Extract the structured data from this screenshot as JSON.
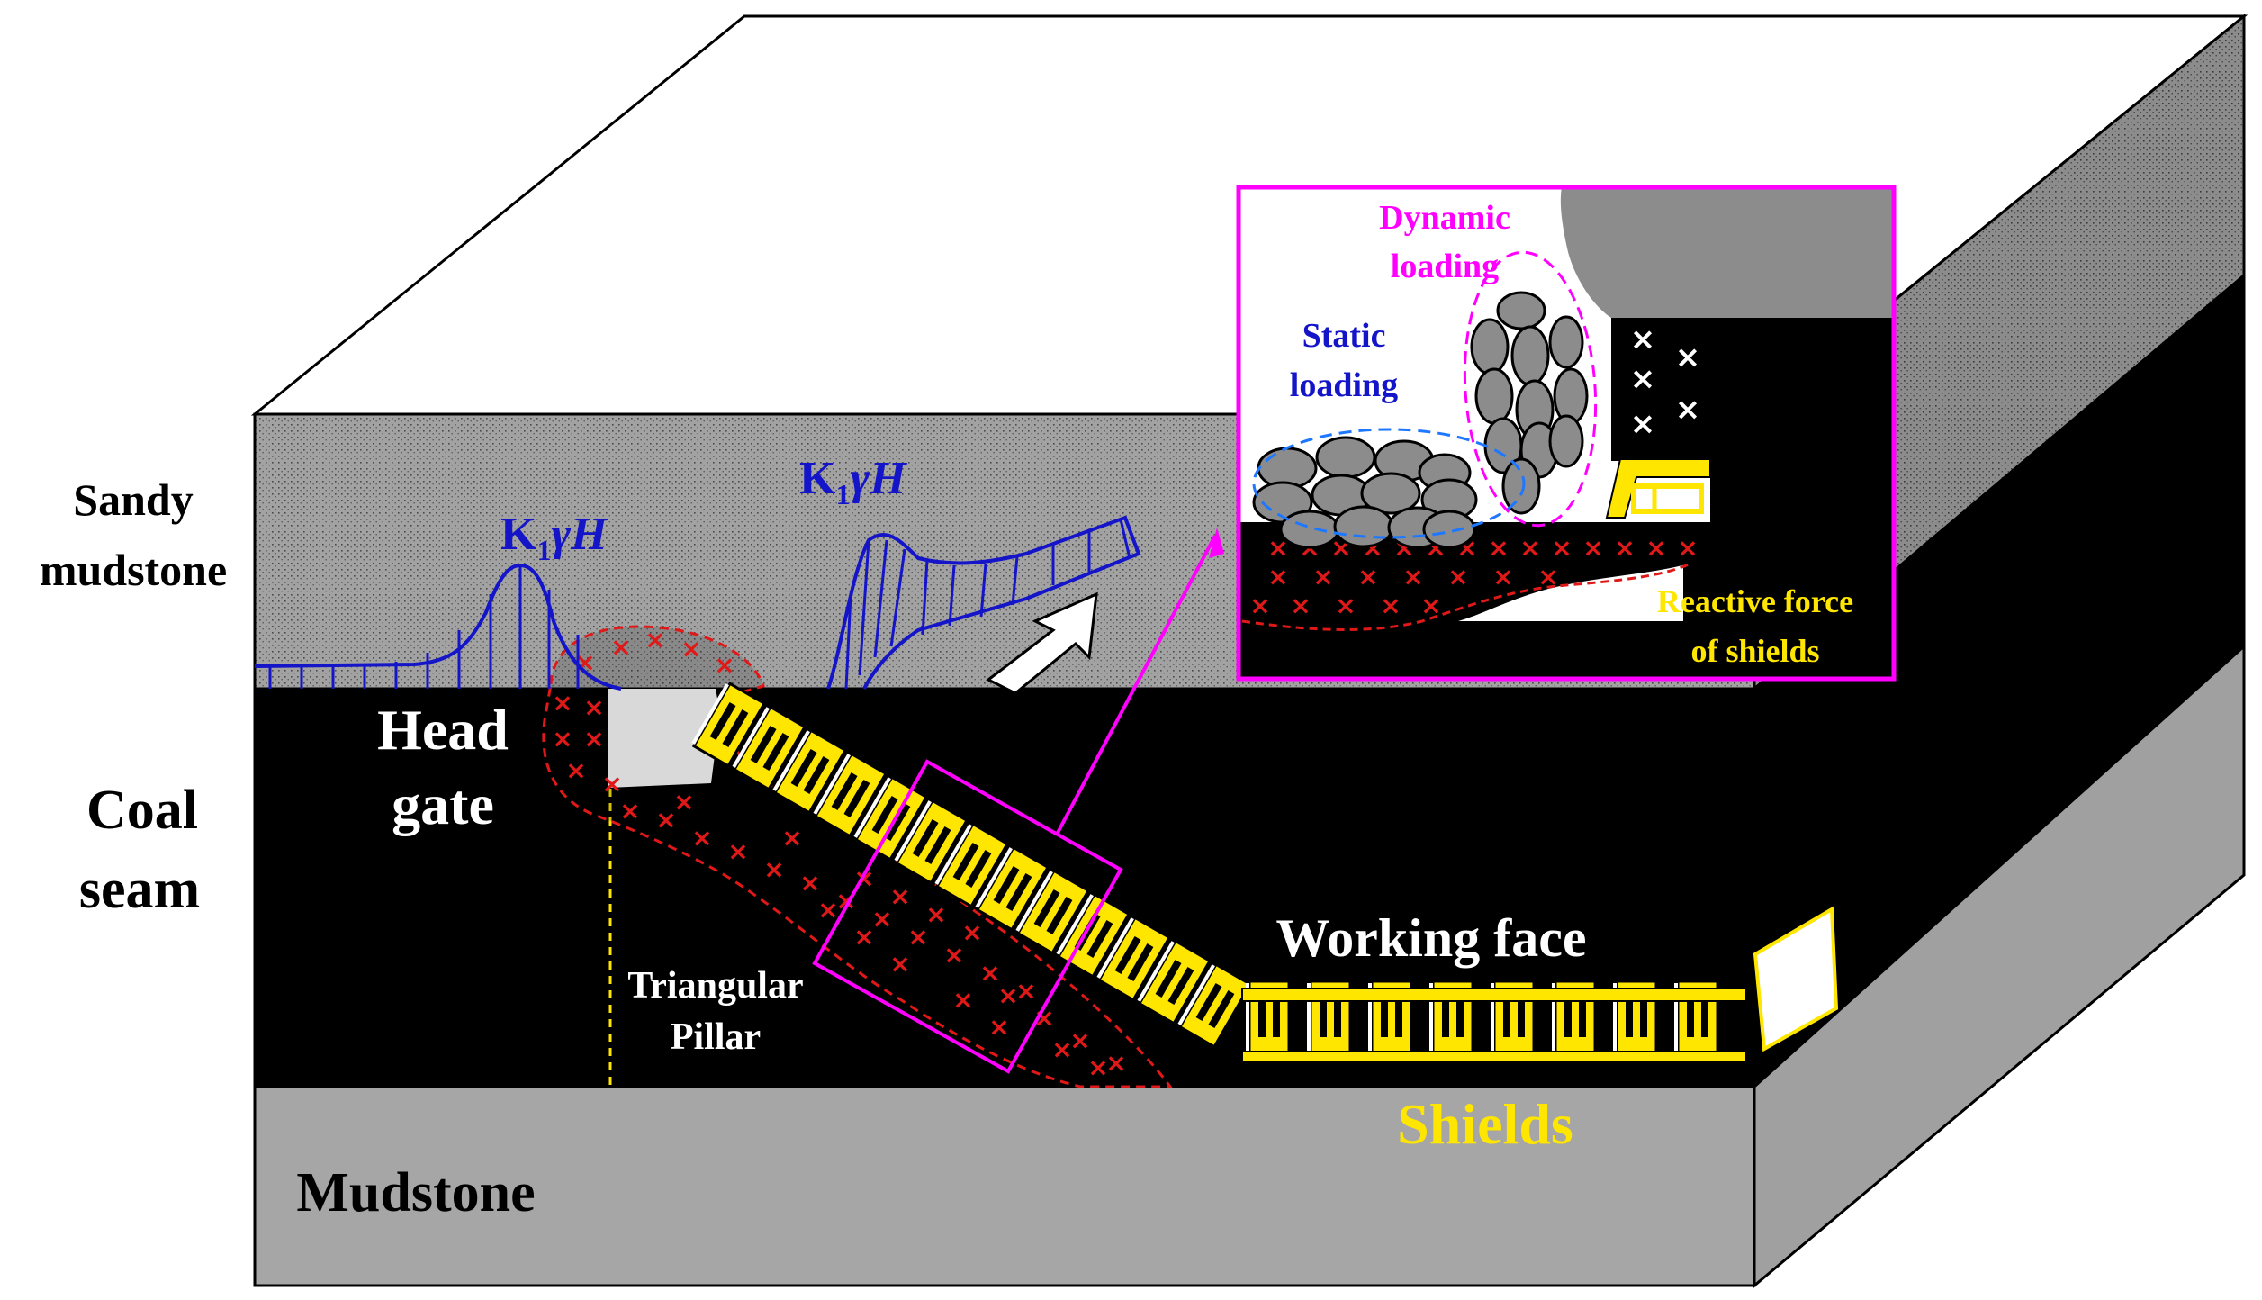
{
  "layers": {
    "sandy_mudstone": "Sandy mudstone",
    "coal_seam_1": "Coal",
    "coal_seam_2": "seam",
    "mudstone": "Mudstone"
  },
  "head_gate": {
    "line1": "Head",
    "line2": "gate"
  },
  "triangular_pillar": {
    "line1": "Triangular",
    "line2": "Pillar"
  },
  "working_face": "Working face",
  "shields": "Shields",
  "stress_label": {
    "main": "K",
    "sub": "1",
    "rest": "γH"
  },
  "inset": {
    "dynamic_loading": {
      "line1": "Dynamic",
      "line2": "loading"
    },
    "static_loading": {
      "line1": "Static",
      "line2": "loading"
    },
    "reactive_force": {
      "line1": "Reactive force",
      "line2": "of shields"
    }
  },
  "colors": {
    "sandstone": "#a0a0a0",
    "coal": "#000000",
    "mudstone": "#a6a6a6",
    "shield": "#ffe600",
    "stress": "#1414c8",
    "inset_border": "#ff00ff",
    "damage": "#e01818"
  },
  "icons": [
    "stress-curve-icon",
    "arrow-icon",
    "shield-icon",
    "rock-block-icon",
    "damage-cross-icon"
  ]
}
